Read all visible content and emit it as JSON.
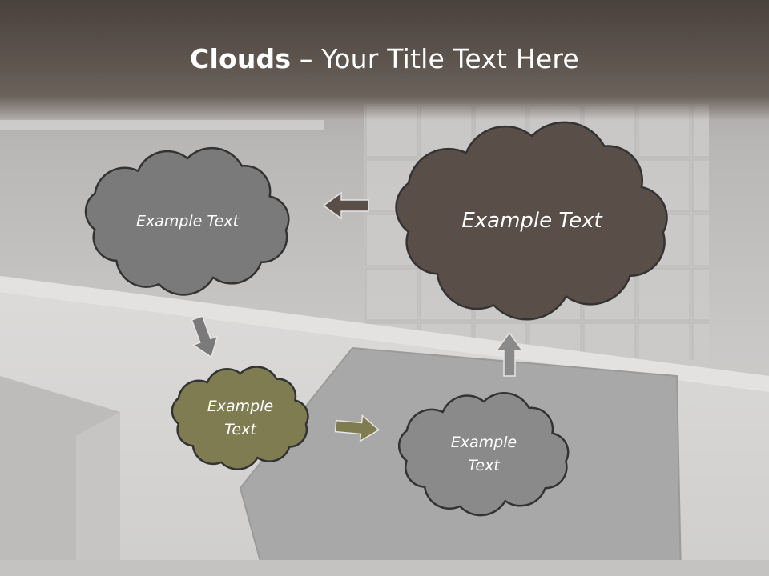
{
  "title": {
    "bold": "Clouds",
    "separator": " – ",
    "rest": "Your Title Text Here"
  },
  "clouds": [
    {
      "id": "top-left",
      "lines": [
        "Example Text"
      ],
      "color": "#7a7a7a"
    },
    {
      "id": "top-right",
      "lines": [
        "Example Text"
      ],
      "color": "#594e48"
    },
    {
      "id": "bottom-left",
      "lines": [
        "Example",
        "Text"
      ],
      "color": "#7f7c52"
    },
    {
      "id": "bottom-right",
      "lines": [
        "Example",
        "Text"
      ],
      "color": "#8a8a8a"
    }
  ],
  "arrows": [
    {
      "direction": "left",
      "color": "#594e48"
    },
    {
      "direction": "down",
      "color": "#7a7a7a"
    },
    {
      "direction": "right",
      "color": "#7f7c52"
    },
    {
      "direction": "up",
      "color": "#8a8a8a"
    }
  ],
  "colors": {
    "title_bar": "#5a514b",
    "cloud_outline": "#333333"
  }
}
